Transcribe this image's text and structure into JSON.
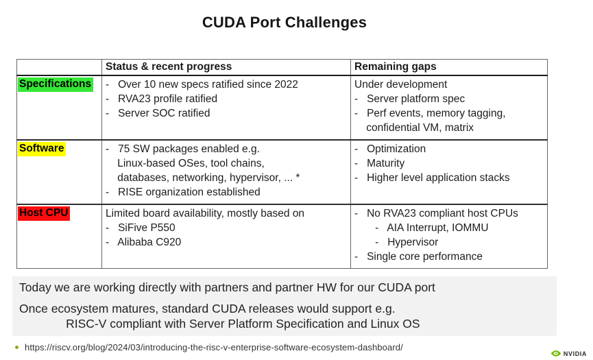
{
  "slide": {
    "title": "CUDA Port Challenges"
  },
  "table": {
    "headers": [
      "",
      "Status & recent progress",
      "Remaining gaps"
    ],
    "rows": [
      {
        "label": "Specifications",
        "highlight_color": "#35e835",
        "status_lines": [
          "-   Over 10 new specs ratified since 2022",
          "-   RVA23 profile ratified",
          "-   Server SOC ratified"
        ],
        "gaps_lines": [
          "Under development",
          "-   Server platform spec",
          "-   Perf events, memory tagging,",
          "    confidential VM, matrix"
        ]
      },
      {
        "label": "Software",
        "highlight_color": "#ffff00",
        "status_lines": [
          "-   75 SW packages enabled e.g.",
          "    Linux-based OSes, tool chains,",
          "    databases, networking, hypervisor, ... *",
          "-   RISE organization established"
        ],
        "gaps_lines": [
          "-   Optimization",
          "-   Maturity",
          "-   Higher level application stacks"
        ]
      },
      {
        "label": "Host CPU",
        "highlight_color": "#fb0d0d",
        "status_lines": [
          "Limited board availability, mostly based on",
          "-   SiFive P550",
          "-   Alibaba C920"
        ],
        "gaps_lines": [
          "-   No RVA23 compliant host CPUs",
          "       -   AIA Interrupt, IOMMU",
          "       -   Hypervisor",
          "-   Single core performance"
        ]
      }
    ]
  },
  "notes": {
    "paragraphs": [
      {
        "lines": [
          "Today we are working directly with partners and partner HW for our CUDA port"
        ]
      },
      {
        "lines": [
          "Once ecosystem matures, standard CUDA releases would support e.g.",
          "              RISC-V compliant with Server Platform Specification and Linux OS"
        ]
      }
    ]
  },
  "footer": {
    "source_url": "https://riscv.org/blog/2024/03/introducing-the-risc-v-enterprise-software-ecosystem-dashboard/",
    "bullet_color": "#97a41f",
    "logo_text": "NVIDIA",
    "logo_green": "#76b900"
  }
}
